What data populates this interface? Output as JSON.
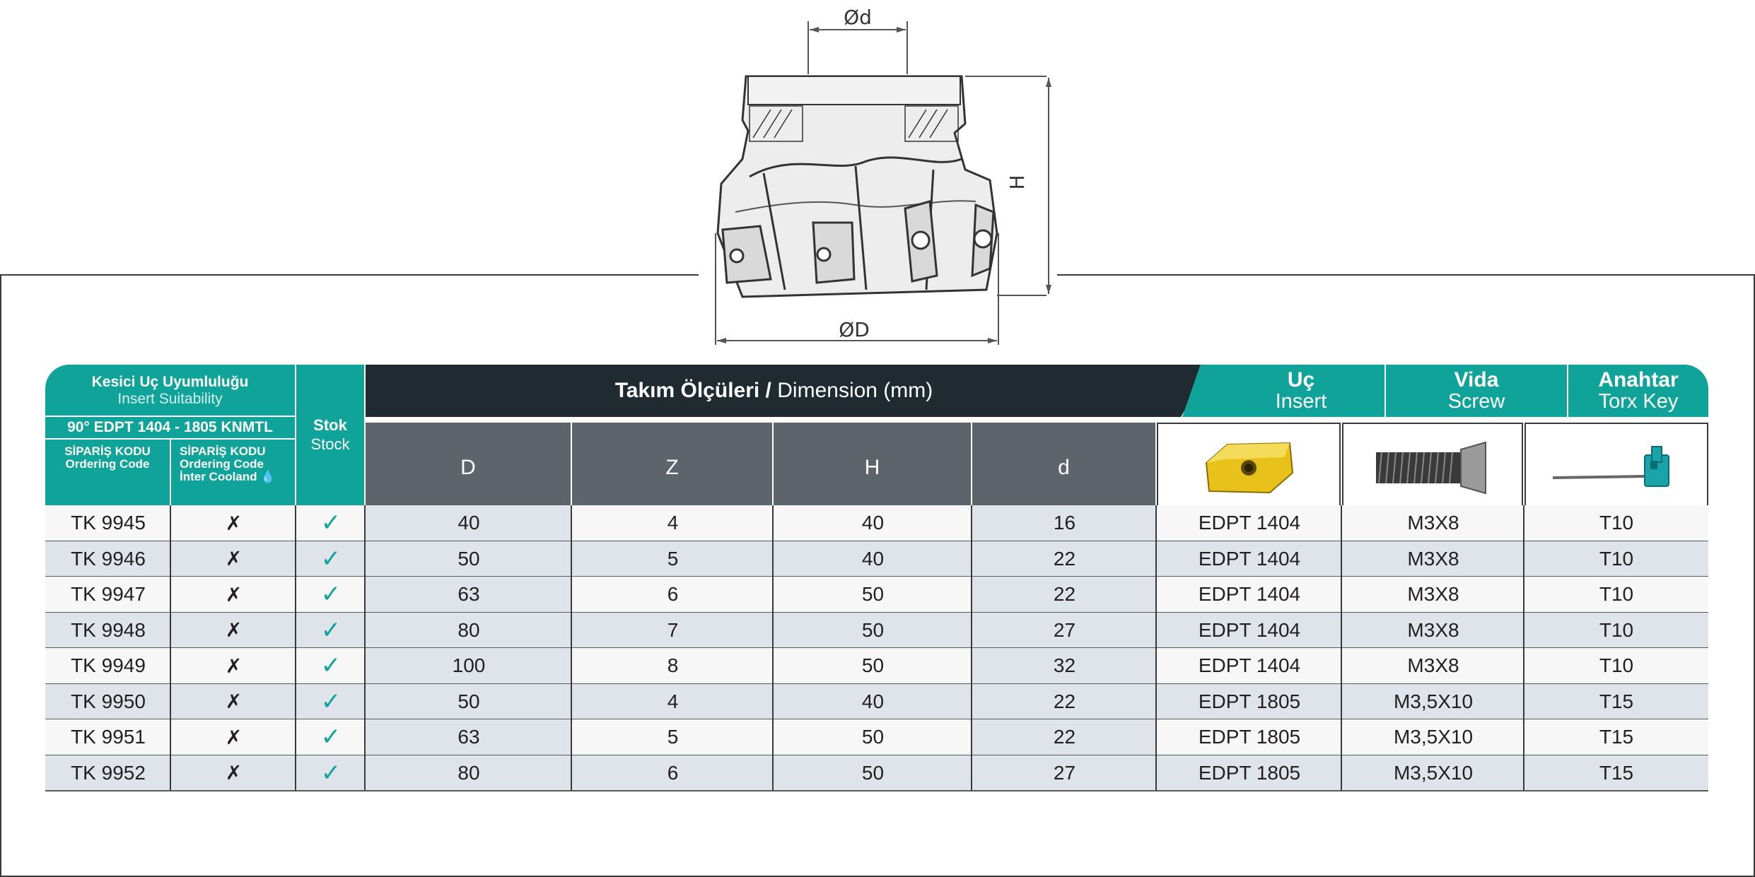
{
  "drawing": {
    "labels": {
      "small_diameter": "Ød",
      "height": "H",
      "large_diameter": "ØD"
    }
  },
  "header": {
    "suitability_tr": "Kesici Uç Uyumluluğu",
    "suitability_en": "Insert Suitability",
    "insert_types": "90° EDPT 1404 - 1805 KNMTL",
    "code1_tr": "SİPARİŞ KODU",
    "code1_en": "Ordering Code",
    "code2_tr": "SİPARİŞ KODU",
    "code2_en": "Ordering Code",
    "code2_extra": "İnter Cooland",
    "stock_tr": "Stok",
    "stock_en": "Stock",
    "dimension_tr": "Takım Ölçüleri /",
    "dimension_en": "Dimension (mm)",
    "insert_tr": "Uç",
    "insert_en": "Insert",
    "screw_tr": "Vida",
    "screw_en": "Screw",
    "key_tr": "Anahtar",
    "key_en": "Torx Key",
    "col_D": "D",
    "col_Z": "Z",
    "col_H": "H",
    "col_d": "d"
  },
  "colors": {
    "teal": "#10a39a",
    "dark": "#1f2b30",
    "grey": "#5d646b",
    "shade": "#dfe3ea",
    "insert_yellow": "#e8c21a"
  },
  "rows": [
    {
      "code": "TK 9945",
      "inter": "✗",
      "stock": "✓",
      "D": "40",
      "Z": "4",
      "H": "40",
      "d": "16",
      "insert": "EDPT 1404",
      "screw": "M3X8",
      "key": "T10"
    },
    {
      "code": "TK 9946",
      "inter": "✗",
      "stock": "✓",
      "D": "50",
      "Z": "5",
      "H": "40",
      "d": "22",
      "insert": "EDPT 1404",
      "screw": "M3X8",
      "key": "T10"
    },
    {
      "code": "TK 9947",
      "inter": "✗",
      "stock": "✓",
      "D": "63",
      "Z": "6",
      "H": "50",
      "d": "22",
      "insert": "EDPT 1404",
      "screw": "M3X8",
      "key": "T10"
    },
    {
      "code": "TK 9948",
      "inter": "✗",
      "stock": "✓",
      "D": "80",
      "Z": "7",
      "H": "50",
      "d": "27",
      "insert": "EDPT 1404",
      "screw": "M3X8",
      "key": "T10"
    },
    {
      "code": "TK 9949",
      "inter": "✗",
      "stock": "✓",
      "D": "100",
      "Z": "8",
      "H": "50",
      "d": "32",
      "insert": "EDPT 1404",
      "screw": "M3X8",
      "key": "T10"
    },
    {
      "code": "TK 9950",
      "inter": "✗",
      "stock": "✓",
      "D": "50",
      "Z": "4",
      "H": "40",
      "d": "22",
      "insert": "EDPT 1805",
      "screw": "M3,5X10",
      "key": "T15"
    },
    {
      "code": "TK 9951",
      "inter": "✗",
      "stock": "✓",
      "D": "63",
      "Z": "5",
      "H": "50",
      "d": "22",
      "insert": "EDPT 1805",
      "screw": "M3,5X10",
      "key": "T15"
    },
    {
      "code": "TK 9952",
      "inter": "✗",
      "stock": "✓",
      "D": "80",
      "Z": "6",
      "H": "50",
      "d": "27",
      "insert": "EDPT 1805",
      "screw": "M3,5X10",
      "key": "T15"
    }
  ]
}
